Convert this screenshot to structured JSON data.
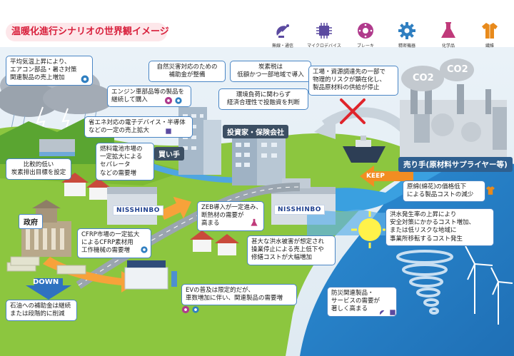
{
  "title": "温暖化進行シナリオの世界観イメージ",
  "legend": [
    {
      "label": "無線・通信",
      "icon": "satellite-dish-icon",
      "color": "#5b4aa0"
    },
    {
      "label": "マイクロデバイス",
      "icon": "microchip-icon",
      "color": "#5b4aa0"
    },
    {
      "label": "ブレーキ",
      "icon": "brake-disc-icon",
      "color": "#b03a8c"
    },
    {
      "label": "精密機器",
      "icon": "gear-icon",
      "color": "#2f7fc1"
    },
    {
      "label": "化学品",
      "icon": "flask-icon",
      "color": "#c03a7a"
    },
    {
      "label": "繊維",
      "icon": "shirt-icon",
      "color": "#e88a1c"
    }
  ],
  "callouts": {
    "temp_rise": [
      "平均気温上昇により、",
      "エアコン部品・暑さ対策",
      "関連製品の売上増加"
    ],
    "disaster_subsidy": [
      "自然災害対応のための",
      "補助金が整備"
    ],
    "carbon_tax": [
      "炭素税は",
      "低額かつ一部地域で導入"
    ],
    "supply_risk": [
      "工場・資源調達先の一部で",
      "物理的リスクが顕在化し、",
      "製品原材料の供給が停止"
    ],
    "engine_parts": [
      "エンジン車部品等の製品を",
      "継続して購入"
    ],
    "investor_judgment": [
      "環境負荷に関わらず",
      "経済合理性で投融資を判断"
    ],
    "energy_saving": [
      "省エネ対応の電子デバイス・半導体",
      "などの一定の売上拡大"
    ],
    "fuel_cell": [
      "燃料電池市場の",
      "一定拡大による",
      "セパレータ",
      "などの需要増"
    ],
    "carbon_target": [
      "比較的低い",
      "炭素排出目標を設定"
    ],
    "cotton_price": [
      "原綿(綿花)の価格低下",
      "による製品コストの減少"
    ],
    "flood_relocation": [
      "洪水発生率の上昇により",
      "安全対策にかかるコスト増加、",
      "または低リスクな地域に",
      "事業所移転するコスト発生"
    ],
    "zeb": [
      "ZEB導入が一定進み、",
      "断熱材の需要が",
      "高まる"
    ],
    "flood_damage": [
      "甚大な洪水被害が想定され",
      "操業停止による売上低下や",
      "修繕コストが大幅増加"
    ],
    "cfrp": [
      "CFRP市場の一定拡大",
      "によるCFRP素材用",
      "工作機械の需要増"
    ],
    "ev": [
      "EVの普及は限定的だが、",
      "車数増加に伴い、関連製品の需要増"
    ],
    "oil_subsidy": [
      "石油への補助金は継続",
      "または段階的に削減"
    ],
    "disaster_products": [
      "防災関連製品・",
      "サービスの需要が",
      "著しく高まる"
    ]
  },
  "labels": {
    "buyer": "買い手",
    "investor": "投資家・保険会社",
    "seller": "売り手(原材料サプライヤー等)",
    "government": "政府",
    "keep": "KEEP",
    "down": "DOWN",
    "co2_1": "CO2",
    "co2_2": "CO2",
    "nisshinbo_1": "NISSHINBO",
    "nisshinbo_2": "NISSHINBO"
  }
}
